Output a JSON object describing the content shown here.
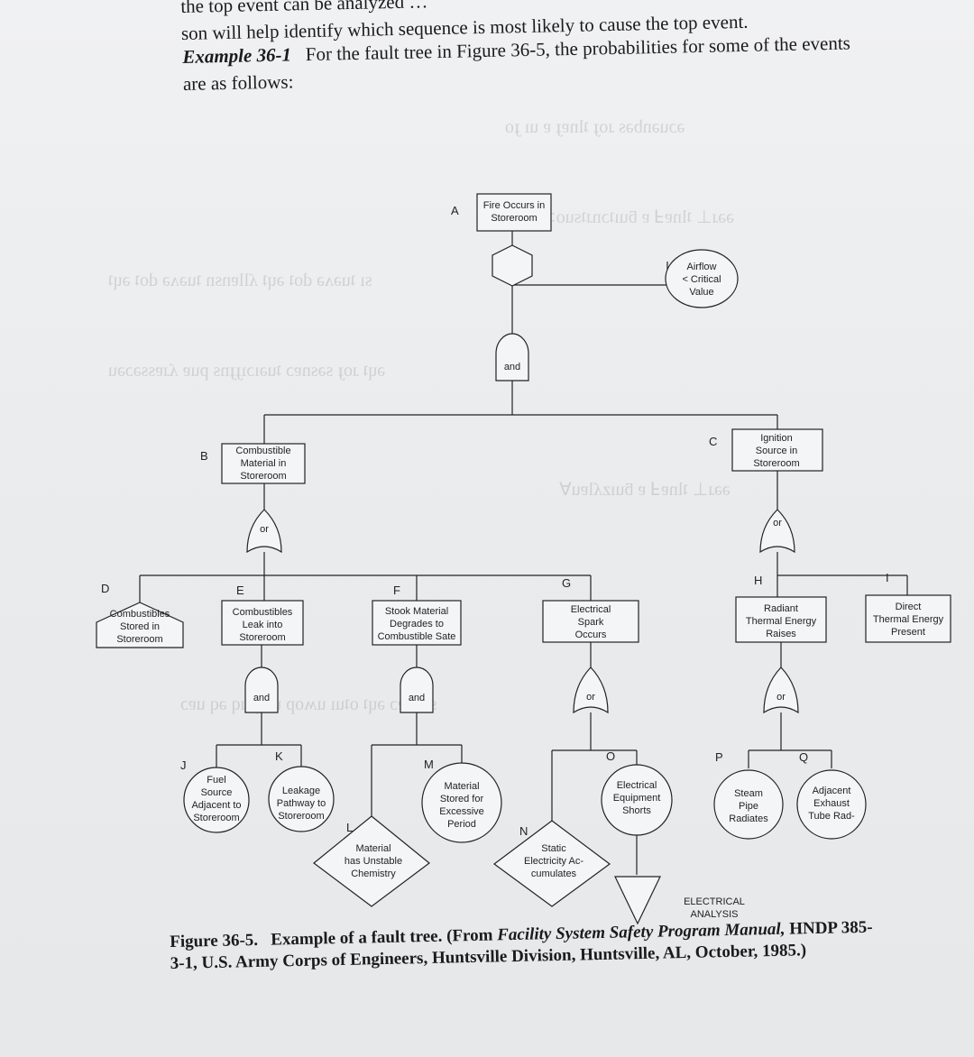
{
  "text_top": {
    "line1": "the top event can be analyzed … ",
    "line2": "son will help identify which sequence is most likely to cause the top event."
  },
  "example": {
    "label": "Example 36-1",
    "text1": "For the fault tree in Figure 36-5, the probabilities for some of the events",
    "text2": "are as follows:"
  },
  "tree": {
    "A": {
      "letter": "A",
      "lines": [
        "Fire Occurs in",
        "Storeroom"
      ]
    },
    "airflow": {
      "lines": [
        "Airflow",
        "< Critical",
        "Value"
      ]
    },
    "and_top": "and",
    "B": {
      "letter": "B",
      "lines": [
        "Combustible",
        "Material in",
        "Storeroom"
      ]
    },
    "C": {
      "letter": "C",
      "lines": [
        "Ignition",
        "Source in",
        "Storeroom"
      ]
    },
    "or_B": "or",
    "or_C": "or",
    "D": {
      "letter": "D",
      "lines": [
        "Combustibles",
        "Stored in",
        "Storeroom"
      ]
    },
    "E": {
      "letter": "E",
      "lines": [
        "Combustibles",
        "Leak into",
        "Storeroom"
      ]
    },
    "F": {
      "letter": "F",
      "lines": [
        "Stook Material",
        "Degrades to",
        "Combustible Sate"
      ]
    },
    "G": {
      "letter": "G",
      "lines": [
        "Electrical",
        "Spark",
        "Occurs"
      ]
    },
    "H": {
      "letter": "H",
      "lines": [
        "Radiant",
        "Thermal Energy",
        "Raises"
      ]
    },
    "I": {
      "letter": "I",
      "lines": [
        "Direct",
        "Thermal Energy",
        "Present"
      ]
    },
    "and_E": "and",
    "and_F": "and",
    "or_G": "or",
    "or_H": "or",
    "J": {
      "letter": "J",
      "lines": [
        "Fuel",
        "Source",
        "Adjacent to",
        "Storeroom"
      ]
    },
    "K": {
      "letter": "K",
      "lines": [
        "Leakage",
        "Pathway to",
        "Storeroom"
      ]
    },
    "L": {
      "letter": "L",
      "lines": [
        "Material",
        "has Unstable",
        "Chemistry"
      ]
    },
    "M": {
      "letter": "M",
      "lines": [
        "Material",
        "Stored for",
        "Excessive",
        "Period"
      ]
    },
    "N": {
      "letter": "N",
      "lines": [
        "Static",
        "Electricity Ac-",
        "cumulates"
      ]
    },
    "O": {
      "letter": "O",
      "lines": [
        "Electrical",
        "Equipment",
        "Shorts"
      ]
    },
    "P": {
      "letter": "P",
      "lines": [
        "Steam",
        "Pipe",
        "Radiates"
      ]
    },
    "Q": {
      "letter": "Q",
      "lines": [
        "Adjacent",
        "Exhaust",
        "Tube Rad-"
      ]
    },
    "transfer": {
      "lines": [
        "ELECTRICAL",
        "ANALYSIS"
      ]
    }
  },
  "caption": {
    "label": "Figure 36-5.",
    "text1": "Example of a fault tree. (From ",
    "title": "Facility System Safety Program Manual,",
    "text2": " HNDP 385-",
    "line2": "3-1, U.S. Army Corps of Engineers, Huntsville Division, Huntsville, AL, October, 1985.)"
  }
}
